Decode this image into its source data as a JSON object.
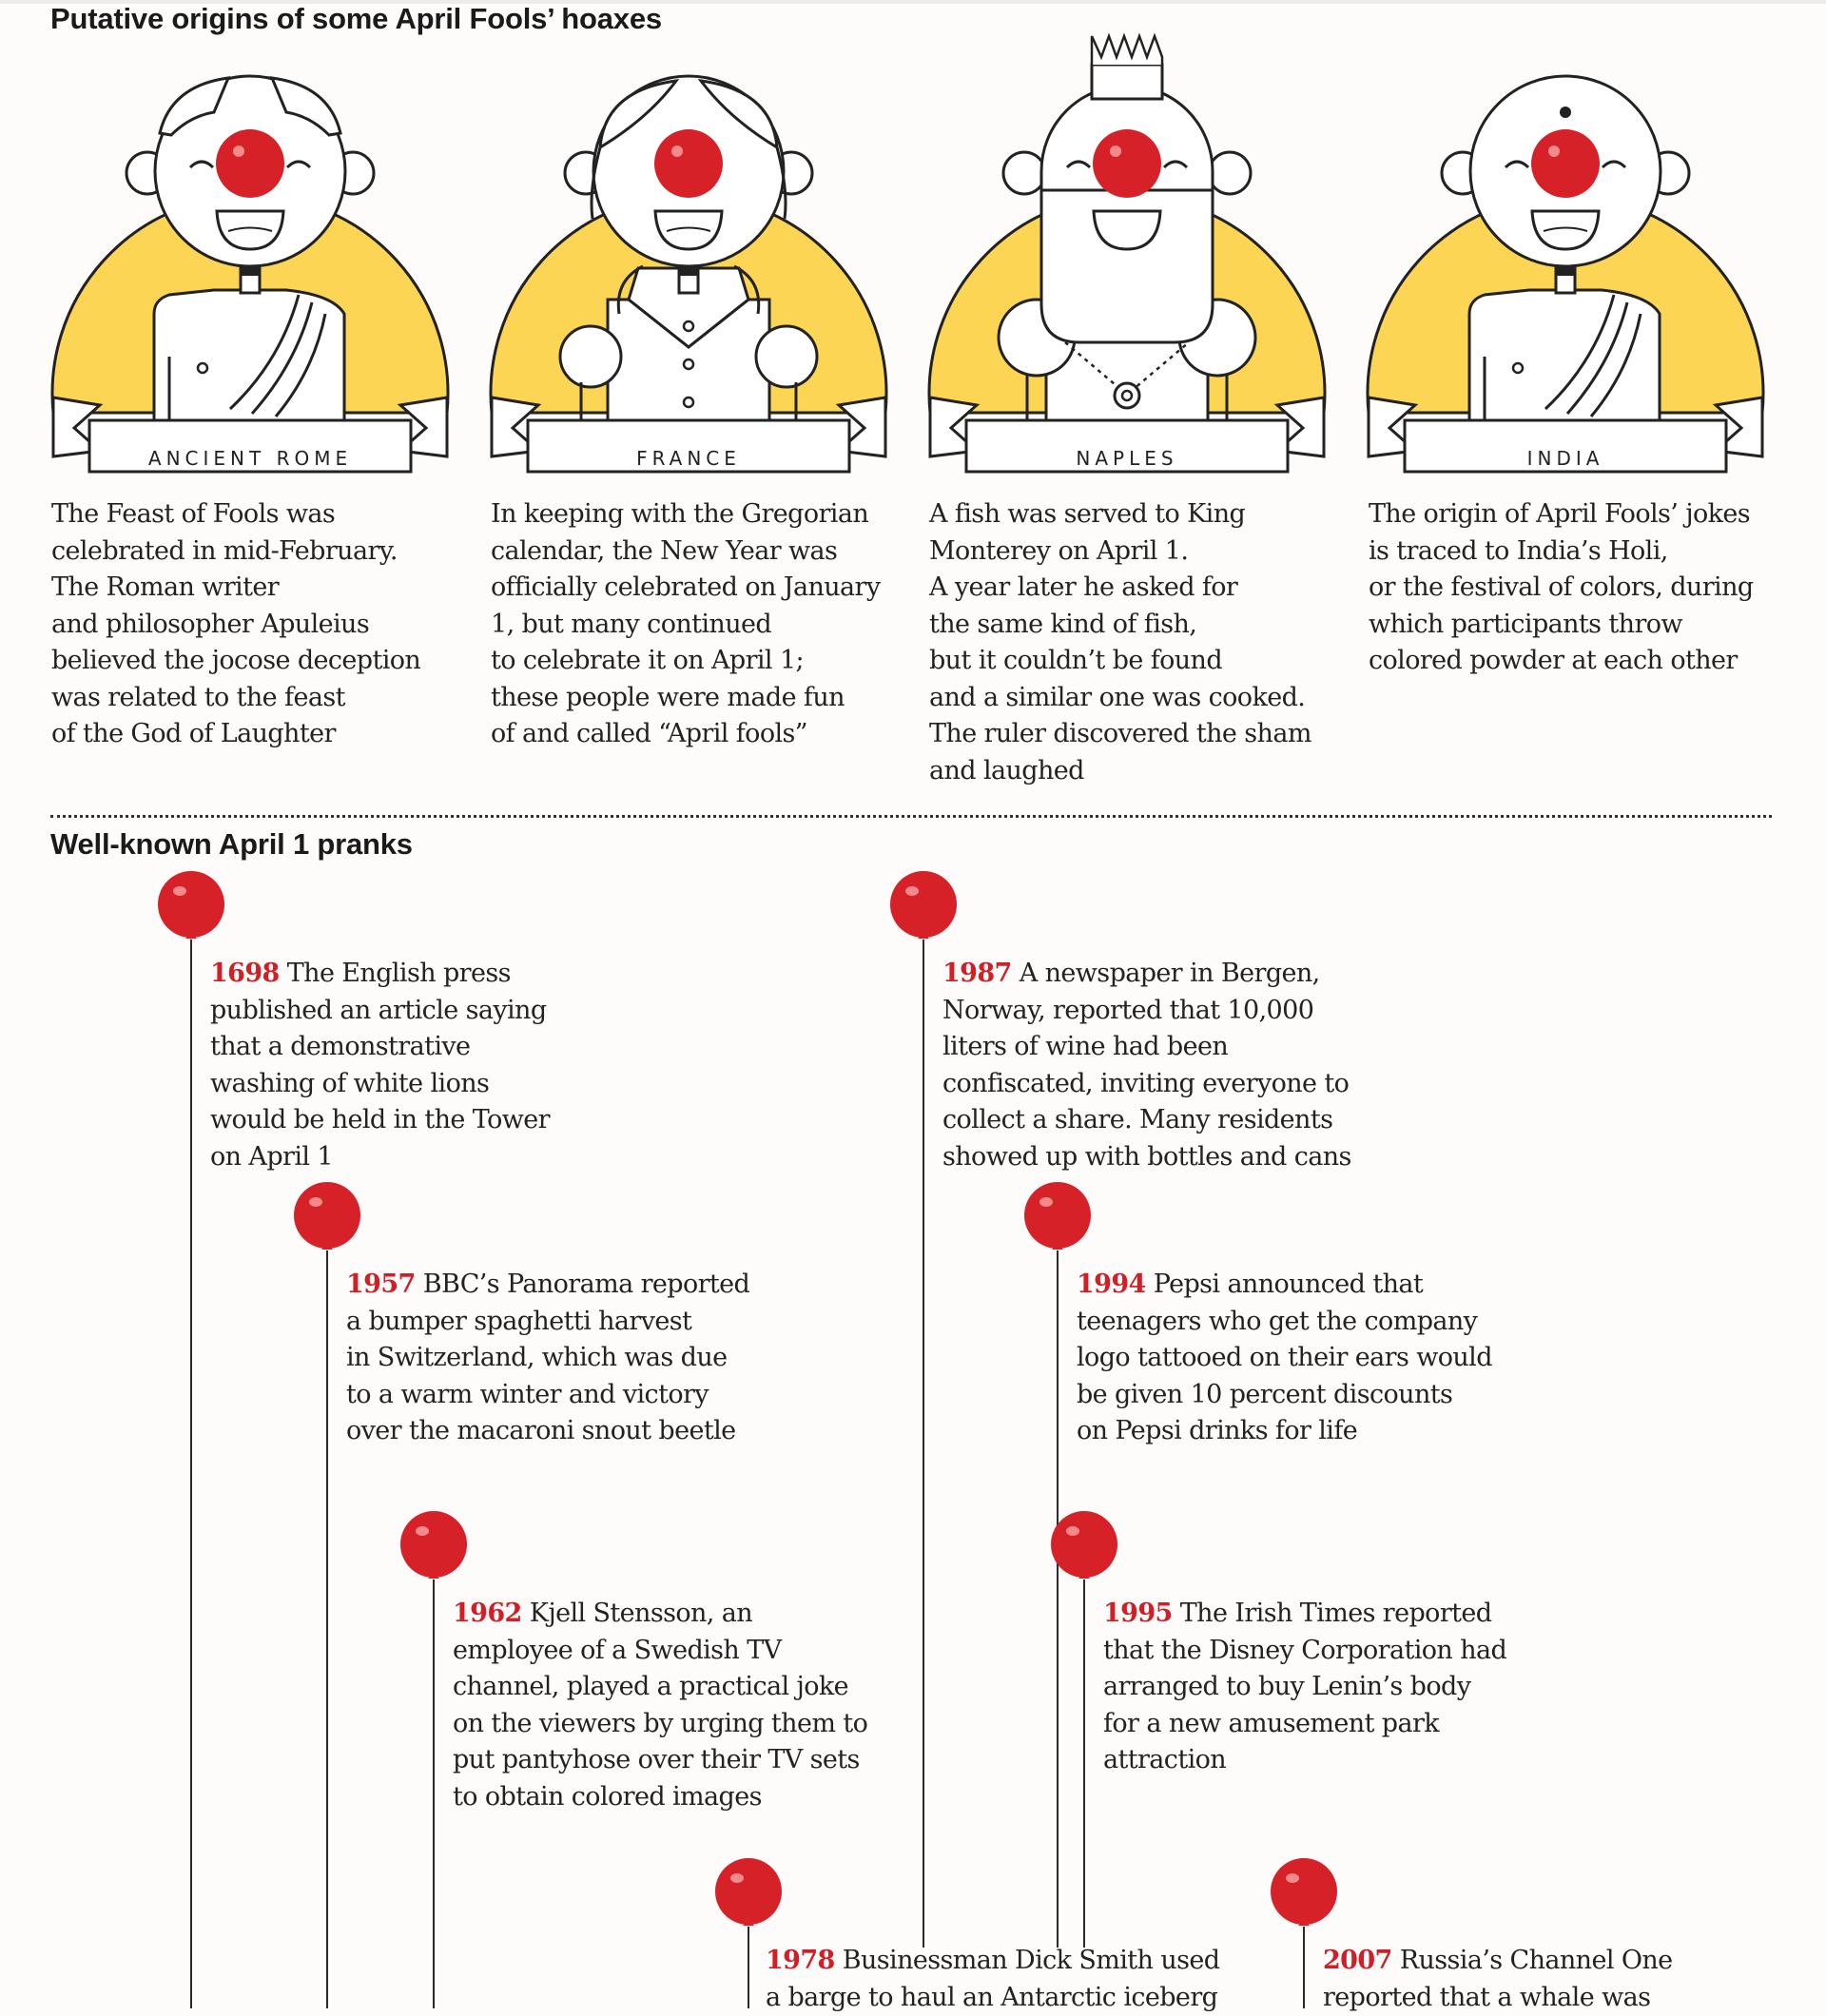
{
  "header": {
    "title": "Putative origins of some April Fools’ hoaxes"
  },
  "origins": [
    {
      "region": "ANCIENT ROME",
      "icon": "roman-clown-icon",
      "lines": [
        "The Feast of Fools was",
        "celebrated in mid-February.",
        "The Roman writer",
        "and philosopher Apuleius",
        "believed the jocose deception",
        "was related to the feast",
        "of the God of Laughter"
      ]
    },
    {
      "region": "FRANCE",
      "icon": "french-clown-icon",
      "lines": [
        "In keeping with the Gregorian",
        "calendar, the New Year was",
        "officially celebrated on January",
        "1, but many continued",
        "to celebrate it on April 1;",
        "these people were made fun",
        "of and called “April fools”"
      ]
    },
    {
      "region": "NAPLES",
      "icon": "king-clown-icon",
      "lines": [
        "A fish was served to King",
        "Monterey on April 1.",
        "A year later he asked for",
        "the same kind of fish,",
        "but it couldn’t be found",
        "and a similar one was cooked.",
        "The ruler discovered the sham",
        "and laughed"
      ]
    },
    {
      "region": "INDIA",
      "icon": "indian-clown-icon",
      "lines": [
        "The origin of April Fools’ jokes",
        "is traced to India’s Holi,",
        "or the festival of colors, during",
        "which participants throw",
        "colored powder at each other"
      ]
    }
  ],
  "pranks_section": {
    "title": "Well-known April 1 pranks"
  },
  "pranks": [
    {
      "year": "1698",
      "lines": [
        "The English press",
        "published an article saying",
        "that a demonstrative",
        "washing of white lions",
        "would be held in the Tower",
        "on April 1"
      ]
    },
    {
      "year": "1957",
      "lines": [
        "BBC’s Panorama reported",
        "a bumper spaghetti harvest",
        "in Switzerland, which was due",
        "to a warm winter and victory",
        "over the macaroni snout beetle"
      ]
    },
    {
      "year": "1962",
      "lines": [
        "Kjell Stensson, an",
        "employee of a Swedish TV",
        "channel, played a practical joke",
        "on the viewers by urging them to",
        "put pantyhose over their TV sets",
        "to obtain colored images"
      ]
    },
    {
      "year": "1978",
      "lines": [
        "Businessman Dick Smith used",
        "a barge to haul an Antarctic iceberg"
      ]
    },
    {
      "year": "1987",
      "lines": [
        "A newspaper in Bergen,",
        "Norway, reported that 10,000",
        "liters of wine had been",
        "confiscated, inviting everyone to",
        "collect a share. Many residents",
        "showed up with bottles and cans"
      ]
    },
    {
      "year": "1994",
      "lines": [
        "Pepsi announced that",
        "teenagers who get the company",
        "logo tattooed on their ears would",
        "be given 10 percent discounts",
        "on Pepsi drinks for life"
      ]
    },
    {
      "year": "1995",
      "lines": [
        "The Irish Times reported",
        "that the Disney Corporation had",
        "arranged to buy Lenin’s body",
        "for a new amusement park",
        "attraction"
      ]
    },
    {
      "year": "2007",
      "lines": [
        "Russia’s Channel One",
        "reported that a whale was"
      ]
    }
  ],
  "colors": {
    "accent_red": "#d01f26",
    "yellow": "#fcd555",
    "ink": "#222222"
  }
}
